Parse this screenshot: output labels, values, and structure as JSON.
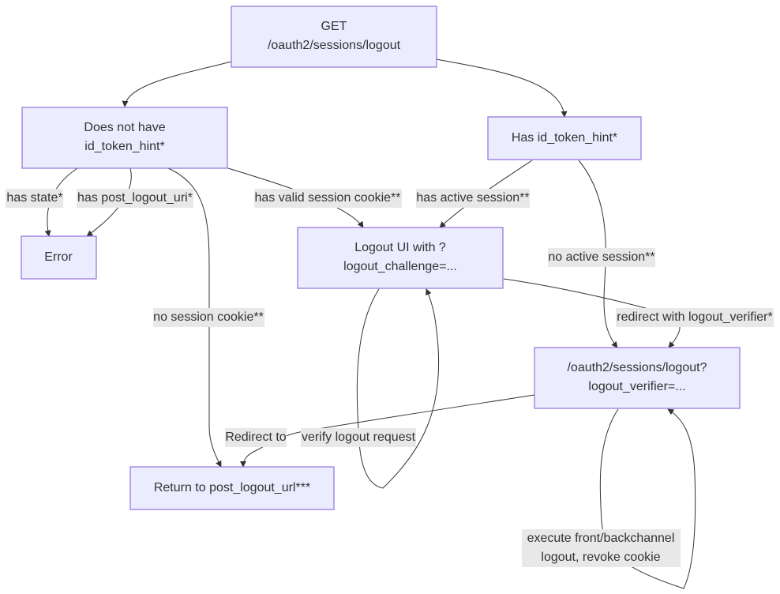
{
  "nodes": {
    "get_logout": {
      "line1": "GET",
      "line2": "/oauth2/sessions/logout"
    },
    "no_hint": {
      "line1": "Does not have",
      "line2": "id_token_hint*"
    },
    "has_hint": {
      "label": "Has id_token_hint*"
    },
    "error": {
      "label": "Error"
    },
    "logout_ui": {
      "line1": "Logout UI with ?",
      "line2": "logout_challenge=..."
    },
    "logout_verifier": {
      "line1": "/oauth2/sessions/logout?",
      "line2": "logout_verifier=..."
    },
    "return_url": {
      "label": "Return to post_logout_url***"
    }
  },
  "edges": {
    "has_state": "has state*",
    "has_post_logout_uri": "has post_logout_uri*",
    "has_valid_session_cookie": "has valid session cookie**",
    "has_active_session": "has active session**",
    "no_active_session": "no active session**",
    "no_session_cookie": "no session cookie**",
    "redirect_with_verifier": "redirect with logout_verifier*",
    "redirect_to": "Redirect to",
    "verify_logout_request": "verify logout request",
    "execute_logout": {
      "line1": "execute front/backchannel",
      "line2": "logout, revoke cookie"
    }
  }
}
